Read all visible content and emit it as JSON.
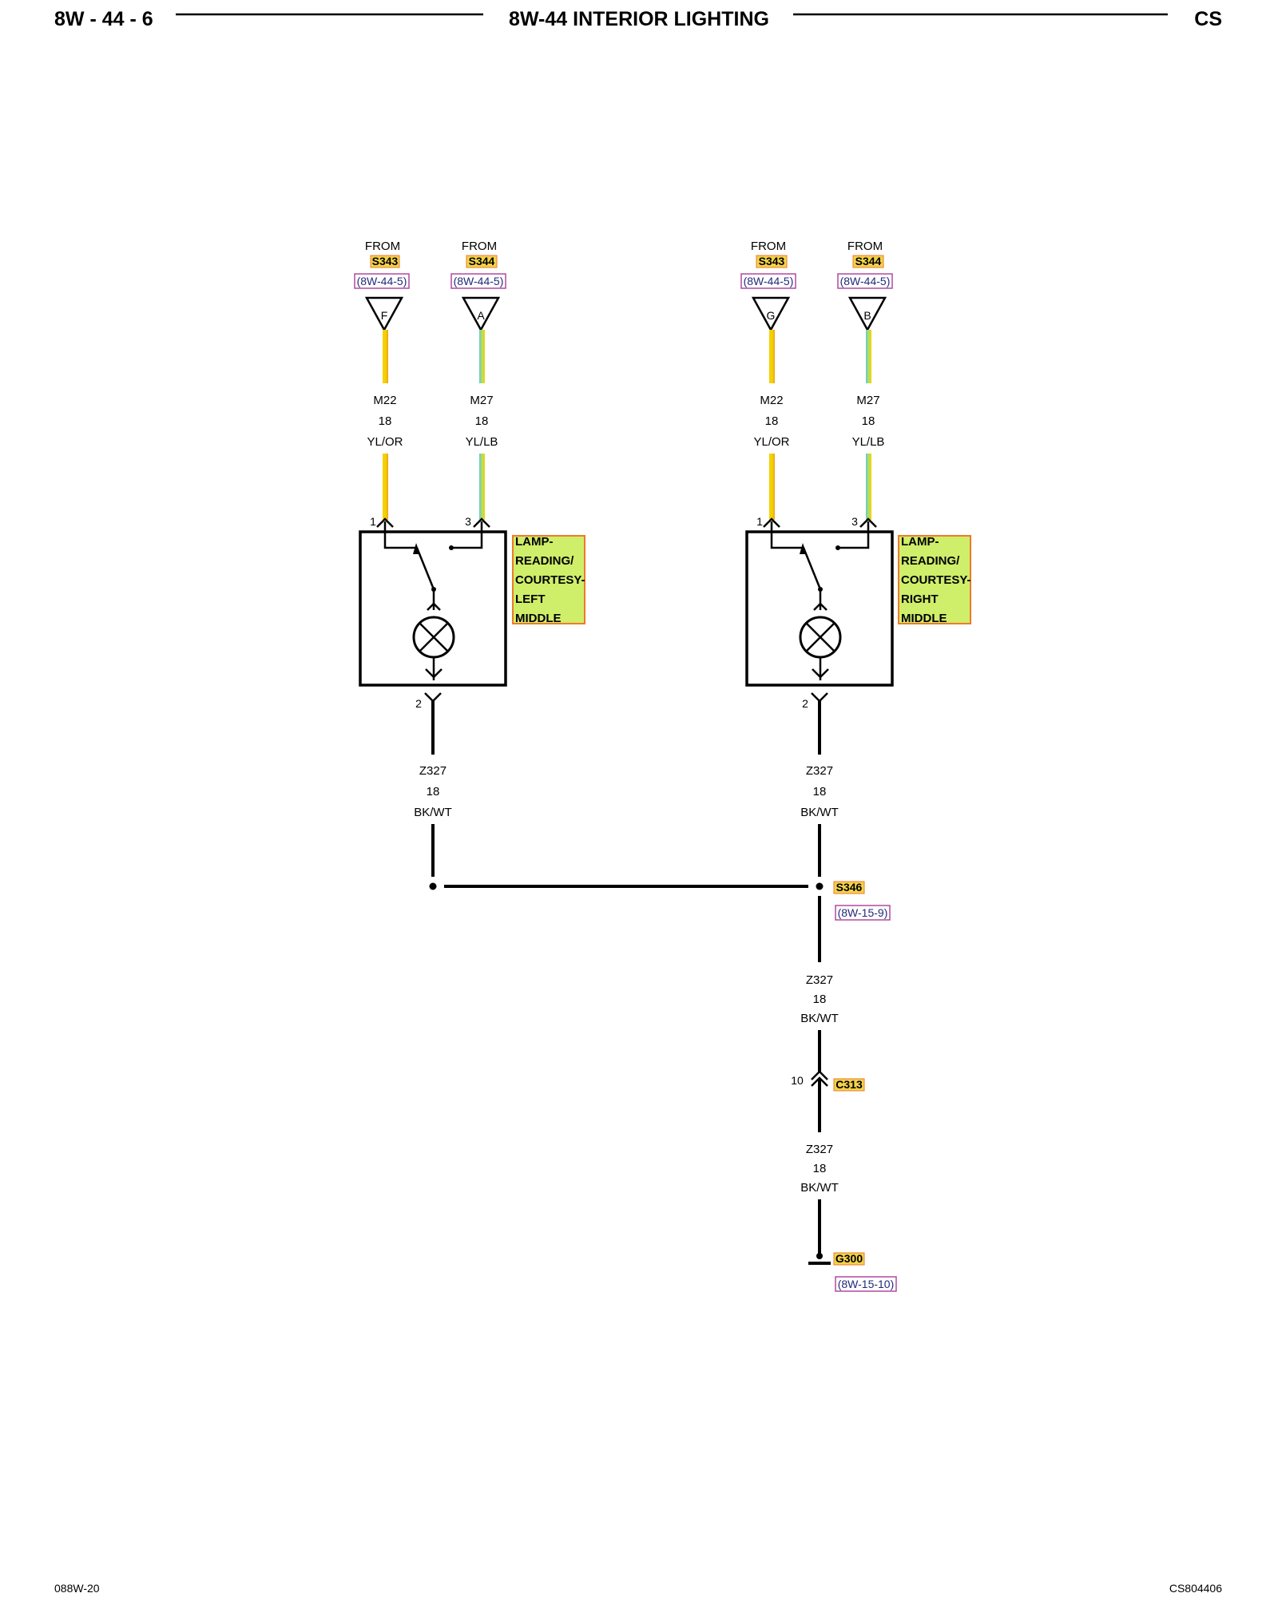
{
  "header": {
    "page_number": "8W - 44 - 6",
    "title": "8W-44 INTERIOR LIGHTING",
    "model": "CS"
  },
  "footer": {
    "left": "088W-20",
    "right": "CS804406"
  },
  "colors": {
    "yellow_wire": "#f2d200",
    "yl_or_stripe": "#f0a020",
    "yl_lb_stripe": "#5ec8e0",
    "green_wire": "#b8e05a",
    "tag_fill": "#f2d24a",
    "comp_fill": "#cfee6a",
    "comp_border": "#ee7a2a",
    "ref_border": "#b04aa0"
  },
  "feeds": [
    {
      "from": "FROM",
      "splice": "S343",
      "ref": "(8W-44-5)",
      "connector": "F",
      "circuit": "M22",
      "gauge": "18",
      "color": "YL/OR",
      "pin": "1"
    },
    {
      "from": "FROM",
      "splice": "S344",
      "ref": "(8W-44-5)",
      "connector": "A",
      "circuit": "M27",
      "gauge": "18",
      "color": "YL/LB",
      "pin": "3"
    },
    {
      "from": "FROM",
      "splice": "S343",
      "ref": "(8W-44-5)",
      "connector": "G",
      "circuit": "M22",
      "gauge": "18",
      "color": "YL/OR",
      "pin": "1"
    },
    {
      "from": "FROM",
      "splice": "S344",
      "ref": "(8W-44-5)",
      "connector": "B",
      "circuit": "M27",
      "gauge": "18",
      "color": "YL/LB",
      "pin": "3"
    }
  ],
  "lamps": [
    {
      "lines": [
        "LAMP-",
        "READING/",
        "COURTESY-",
        "LEFT",
        "MIDDLE"
      ],
      "ground_pin": "2",
      "circuit": "Z327",
      "gauge": "18",
      "color": "BK/WT"
    },
    {
      "lines": [
        "LAMP-",
        "READING/",
        "COURTESY-",
        "RIGHT",
        "MIDDLE"
      ],
      "ground_pin": "2",
      "circuit": "Z327",
      "gauge": "18",
      "color": "BK/WT"
    }
  ],
  "splice_s346": {
    "tag": "S346",
    "ref": "(8W-15-9)",
    "circuit": "Z327",
    "gauge": "18",
    "color": "BK/WT"
  },
  "connector_c313": {
    "tag": "C313",
    "pin": "10",
    "circuit": "Z327",
    "gauge": "18",
    "color": "BK/WT"
  },
  "ground_g300": {
    "tag": "G300",
    "ref": "(8W-15-10)"
  }
}
